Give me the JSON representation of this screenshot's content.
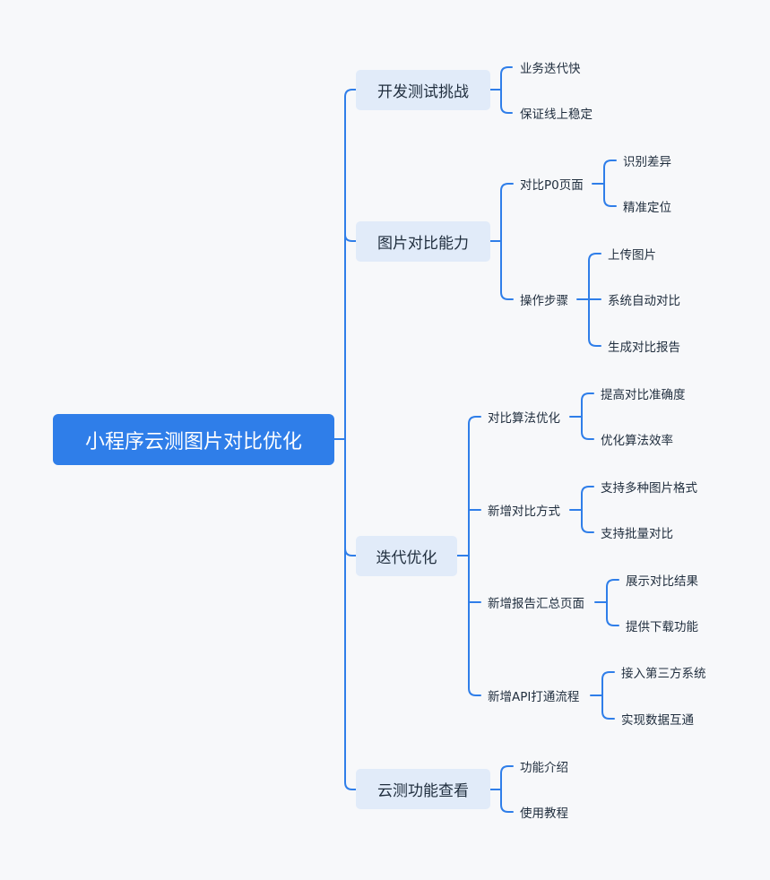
{
  "root": "小程序云测图片对比优化",
  "branches": [
    {
      "label": "开发测试挑战",
      "children": [
        {
          "label": "业务迭代快"
        },
        {
          "label": "保证线上稳定"
        }
      ]
    },
    {
      "label": "图片对比能力",
      "children": [
        {
          "label": "对比P0页面",
          "children": [
            {
              "label": "识别差异"
            },
            {
              "label": "精准定位"
            }
          ]
        },
        {
          "label": "操作步骤",
          "children": [
            {
              "label": "上传图片"
            },
            {
              "label": "系统自动对比"
            },
            {
              "label": "生成对比报告"
            }
          ]
        }
      ]
    },
    {
      "label": "迭代优化",
      "children": [
        {
          "label": "对比算法优化",
          "children": [
            {
              "label": "提高对比准确度"
            },
            {
              "label": "优化算法效率"
            }
          ]
        },
        {
          "label": "新增对比方式",
          "children": [
            {
              "label": "支持多种图片格式"
            },
            {
              "label": "支持批量对比"
            }
          ]
        },
        {
          "label": "新增报告汇总页面",
          "children": [
            {
              "label": "展示对比结果"
            },
            {
              "label": "提供下载功能"
            }
          ]
        },
        {
          "label": "新增API打通流程",
          "children": [
            {
              "label": "接入第三方系统"
            },
            {
              "label": "实现数据互通"
            }
          ]
        }
      ]
    },
    {
      "label": "云测功能查看",
      "children": [
        {
          "label": "功能介绍"
        },
        {
          "label": "使用教程"
        }
      ]
    }
  ]
}
